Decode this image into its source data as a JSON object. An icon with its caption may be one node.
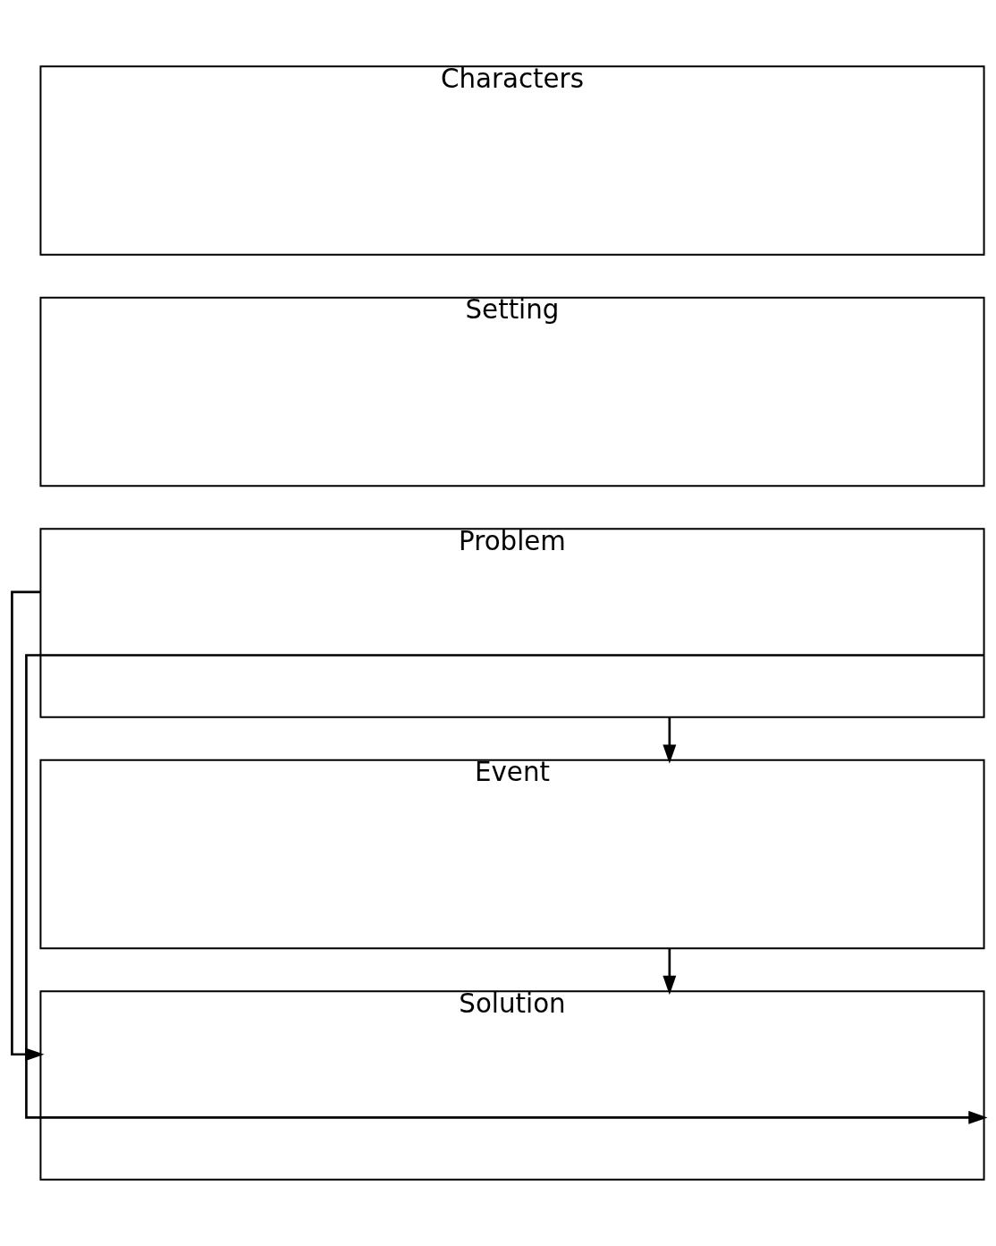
{
  "diagram": {
    "nodes": [
      {
        "text": [
          "Characters"
        ]
      },
      {
        "text": [
          "Setting"
        ]
      },
      {
        "text": [
          "Problem"
        ]
      },
      {
        "text": [
          "Event"
        ]
      },
      {
        "text": [
          "Solution"
        ]
      }
    ],
    "edges": [
      {
        "from": 2,
        "to": 3,
        "arrow": "to"
      },
      {
        "from": 3,
        "to": 4,
        "arrow": "to"
      },
      {
        "from": 2,
        "to": 4,
        "arrow": "to"
      },
      {
        "from": 2,
        "to": 4,
        "arrow": "to"
      }
    ]
  }
}
